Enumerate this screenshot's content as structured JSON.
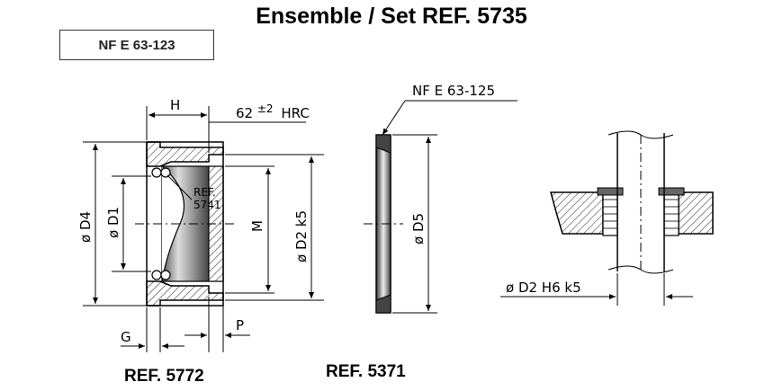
{
  "title": "Ensemble / Set REF. 5735",
  "standard_box": "NF E 63-123",
  "standard_5371": "NF E 63-125",
  "hardness_base": "62",
  "hardness_tol": "±2",
  "hardness_unit": "HRC",
  "refs": {
    "left_part": "REF. 5772",
    "middle_part": "REF. 5371",
    "inner_callout_line1": "REF.",
    "inner_callout_line2": "5741"
  },
  "dimensions": {
    "H": "H",
    "G": "G",
    "P": "P",
    "M": "M",
    "D4": "ø D4",
    "D1": "ø D1",
    "D2": "ø D2  k5",
    "D5": "ø D5",
    "fit": "ø D2  H6  k5"
  }
}
